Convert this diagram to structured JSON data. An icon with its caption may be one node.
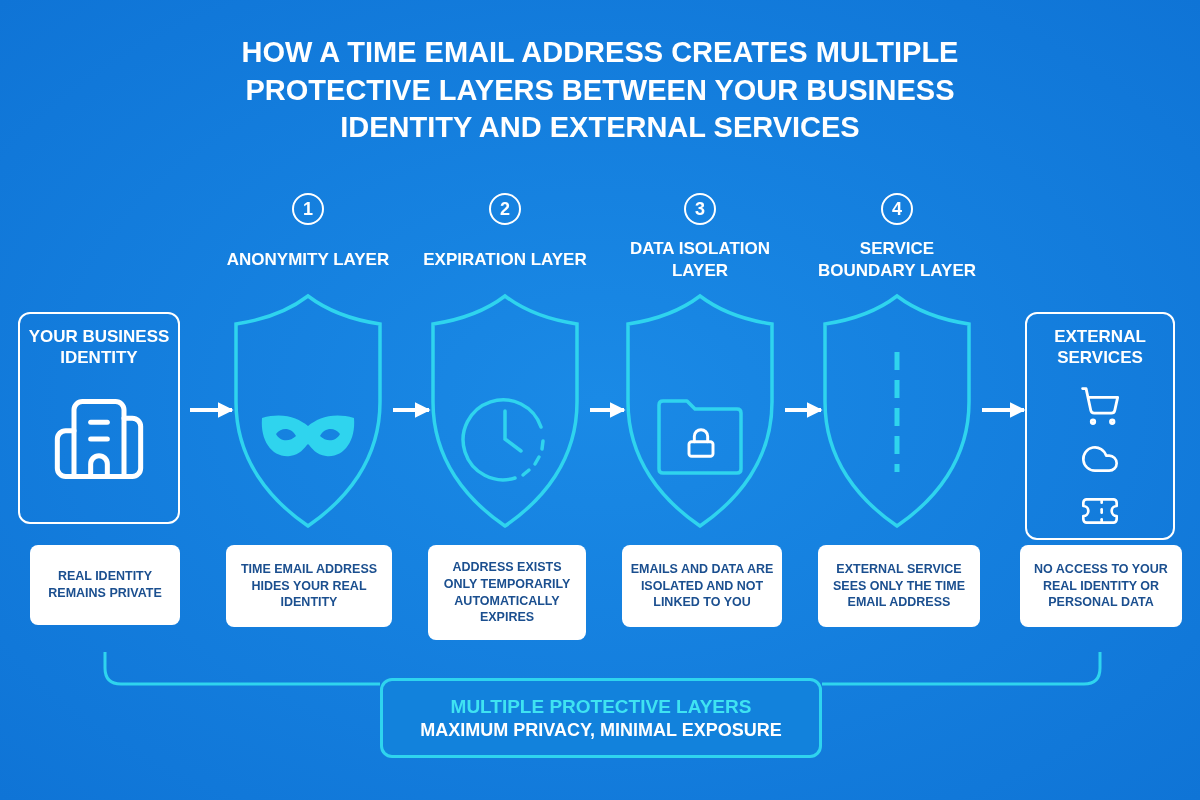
{
  "diagram": {
    "title": "HOW A TIME EMAIL ADDRESS CREATES MULTIPLE PROTECTIVE LAYERS BETWEEN YOUR BUSINESS IDENTITY AND EXTERNAL SERVICES",
    "nodes": [
      {
        "text": [
          "YOUR BUSINESS IDENTITY"
        ]
      },
      {
        "text": [
          "REAL IDENTITY REMAINS PRIVATE"
        ]
      },
      {
        "text": [
          "ANONYMITY LAYER"
        ],
        "beside": [
          "1"
        ]
      },
      {
        "text": [
          "TIME EMAIL ADDRESS HIDES YOUR REAL IDENTITY"
        ]
      },
      {
        "text": [
          "EXPIRATION LAYER"
        ],
        "beside": [
          "2"
        ]
      },
      {
        "text": [
          "ADDRESS EXISTS ONLY TEMPORARILY AUTOMATICALLY EXPIRES"
        ]
      },
      {
        "text": [
          "DATA ISOLATION LAYER"
        ],
        "beside": [
          "3"
        ]
      },
      {
        "text": [
          "EMAILS AND DATA ARE ISOLATED AND NOT LINKED TO YOU"
        ]
      },
      {
        "text": [
          "SERVICE BOUNDARY LAYER"
        ],
        "beside": [
          "4"
        ]
      },
      {
        "text": [
          "EXTERNAL SERVICE SEES ONLY THE TIME EMAIL ADDRESS"
        ]
      },
      {
        "text": [
          "EXTERNAL SERVICES"
        ]
      },
      {
        "text": [
          "NO ACCESS TO YOUR REAL IDENTITY OR PERSONAL DATA"
        ]
      },
      {
        "text": [
          "MULTIPLE PROTECTIVE LAYERS",
          "MAXIMUM PRIVACY, MINIMAL EXPOSURE"
        ]
      }
    ],
    "edges": [
      {
        "from": 0,
        "to": 2,
        "arrow": "to"
      },
      {
        "from": 2,
        "to": 4,
        "arrow": "to"
      },
      {
        "from": 4,
        "to": 6,
        "arrow": "to"
      },
      {
        "from": 6,
        "to": 8,
        "arrow": "to"
      },
      {
        "from": 8,
        "to": 10,
        "arrow": "to"
      }
    ]
  }
}
